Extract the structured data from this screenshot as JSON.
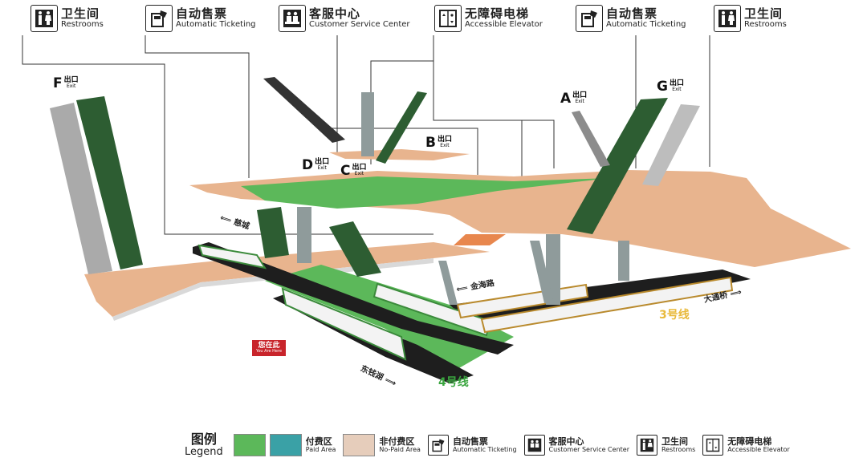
{
  "colors": {
    "paid_area": "#5cb85a",
    "accessible_area": "#3aa1a6",
    "non_paid_area": "#e8b48e",
    "line3_label": "#e8b93a",
    "line4_label": "#3aa53f",
    "you_are_here": "#c8242b"
  },
  "signs": [
    {
      "icon": "restroom-icon",
      "cn": "卫生间",
      "en": "Restrooms"
    },
    {
      "icon": "ticket-machine-icon",
      "cn": "自动售票",
      "en": "Automatic Ticketing"
    },
    {
      "icon": "service-center-icon",
      "cn": "客服中心",
      "en": "Customer Service Center"
    },
    {
      "icon": "elevator-icon",
      "cn": "无障碍电梯",
      "en": "Accessible Elevator"
    },
    {
      "icon": "ticket-machine-icon",
      "cn": "自动售票",
      "en": "Automatic Ticketing"
    },
    {
      "icon": "restroom-icon",
      "cn": "卫生间",
      "en": "Restrooms"
    }
  ],
  "exits": {
    "f": {
      "letter": "F",
      "cn": "出口",
      "en": "Exit"
    },
    "a": {
      "letter": "A",
      "cn": "出口",
      "en": "Exit"
    },
    "g": {
      "letter": "G",
      "cn": "出口",
      "en": "Exit"
    },
    "b": {
      "letter": "B",
      "cn": "出口",
      "en": "Exit"
    },
    "d": {
      "letter": "D",
      "cn": "出口",
      "en": "Exit"
    },
    "c": {
      "letter": "C",
      "cn": "出口",
      "en": "Exit"
    }
  },
  "streets": {
    "cicheng": "慈城",
    "jinhailu": "金海路",
    "datongqiao": "大通桥",
    "dongqianhu": "东钱湖"
  },
  "you_are_here": {
    "cn": "您在此",
    "en": "You Are Here"
  },
  "lines": {
    "line3": "3号线",
    "line4": "4号线"
  },
  "legend": {
    "title_cn": "图例",
    "title_en": "Legend",
    "paid": {
      "cn": "付费区",
      "en": "Paid Area"
    },
    "non_paid": {
      "cn": "非付费区",
      "en": "No-Paid Area"
    },
    "ticketing": {
      "cn": "自动售票",
      "en": "Automatic Ticketing"
    },
    "service": {
      "cn": "客服中心",
      "en": "Customer Service Center"
    },
    "restroom": {
      "cn": "卫生间",
      "en": "Restrooms"
    },
    "elevator": {
      "cn": "无障碍电梯",
      "en": "Accessible Elevator"
    }
  }
}
